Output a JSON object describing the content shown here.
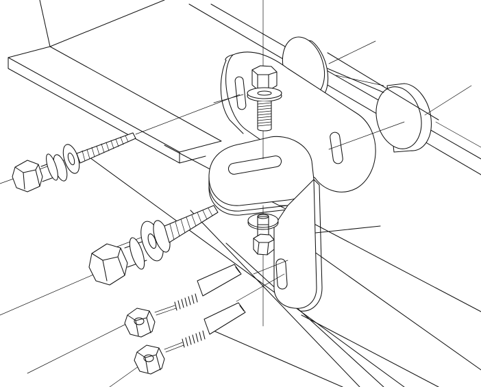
{
  "diagram": {
    "type": "exploded-assembly-line-drawing",
    "style": {
      "stroke_color": "#111111",
      "background": "#ffffff"
    },
    "parts": [
      {
        "id": "wall-post",
        "kind": "structure"
      },
      {
        "id": "floor-plank",
        "kind": "structure"
      },
      {
        "id": "l-bracket",
        "kind": "bracket"
      },
      {
        "id": "flat-plate",
        "kind": "bracket"
      },
      {
        "id": "round-pad-upper",
        "kind": "pad"
      },
      {
        "id": "round-pad-lower",
        "kind": "pad"
      },
      {
        "id": "hex-bolt-plate",
        "kind": "fastener"
      },
      {
        "id": "lag-screw-upper",
        "kind": "fastener"
      },
      {
        "id": "lag-screw-lower",
        "kind": "fastener"
      },
      {
        "id": "carriage-bolt-nut",
        "kind": "fastener"
      },
      {
        "id": "anchor-bolt-upper",
        "kind": "fastener"
      },
      {
        "id": "anchor-bolt-lower",
        "kind": "fastener"
      }
    ]
  }
}
